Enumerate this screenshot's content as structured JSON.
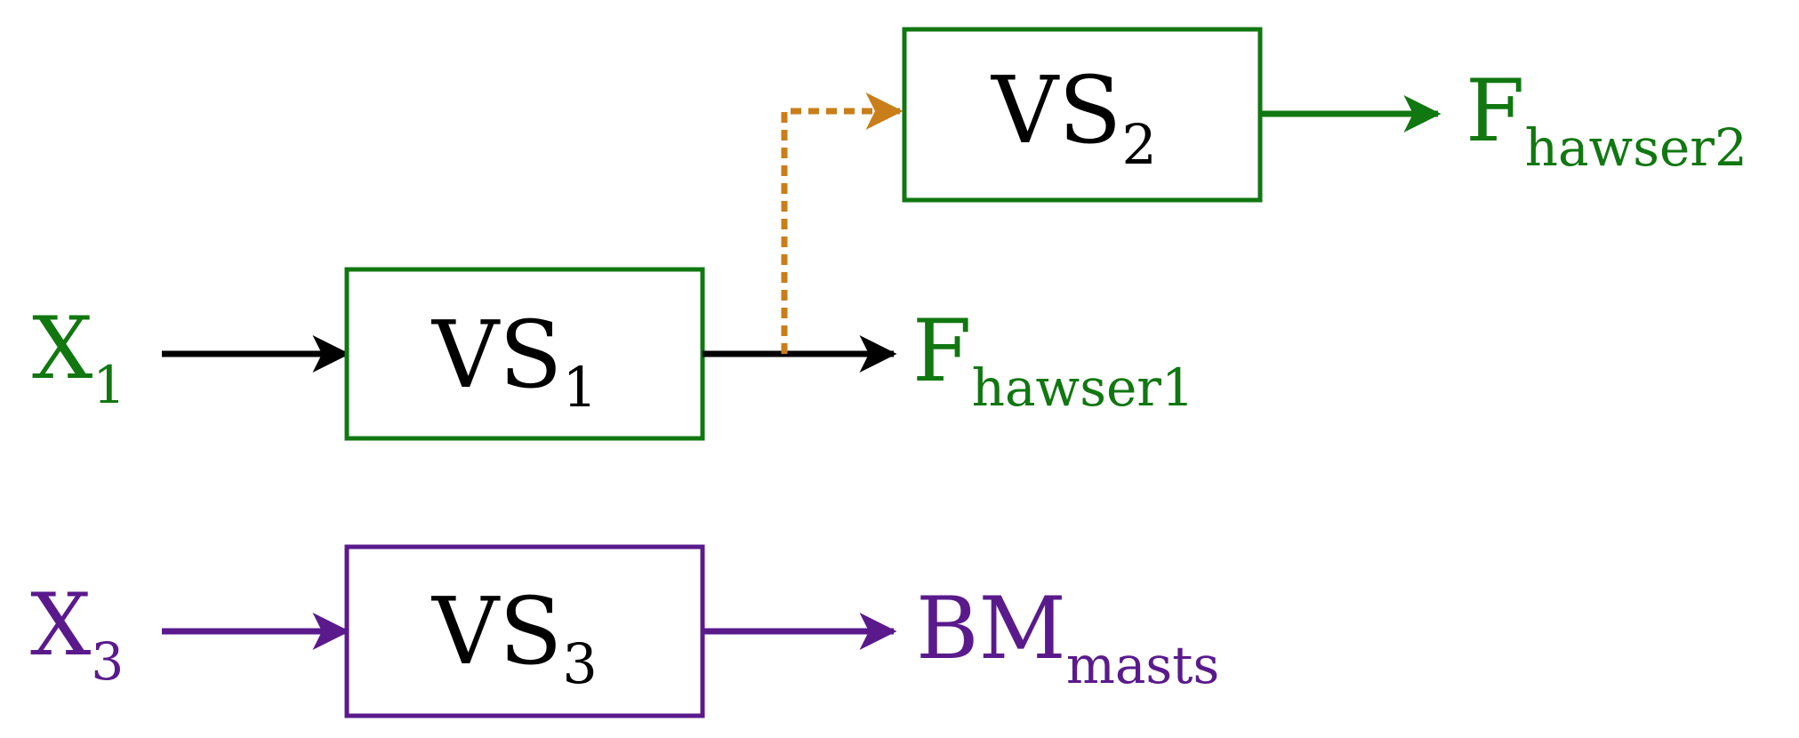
{
  "diagram": {
    "colors": {
      "green": "#117711",
      "purple": "#5a1a8c",
      "black": "#000000",
      "orange": "#c97e1a"
    },
    "nodes": {
      "vs1": {
        "main": "VS",
        "sub": "1"
      },
      "vs2": {
        "main": "VS",
        "sub": "2"
      },
      "vs3": {
        "main": "VS",
        "sub": "3"
      }
    },
    "inputs": {
      "x1": {
        "main": "X",
        "sub": "1"
      },
      "x3": {
        "main": "X",
        "sub": "3"
      }
    },
    "outputs": {
      "f_hawser1": {
        "main": "F",
        "sub": "hawser1"
      },
      "f_hawser2": {
        "main": "F",
        "sub": "hawser2"
      },
      "bm_masts": {
        "main": "BM",
        "sub": "masts"
      }
    }
  }
}
